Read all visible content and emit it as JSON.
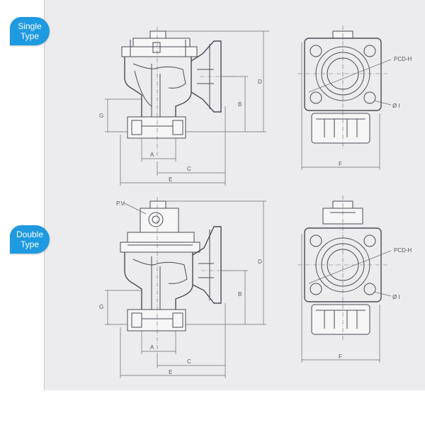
{
  "badges": {
    "single": [
      "Single",
      "Type"
    ],
    "double": [
      "Double",
      "Type"
    ]
  },
  "single": {
    "dims": {
      "a": "A",
      "b": "B",
      "c": "C",
      "d": "D",
      "e": "E",
      "f": "F",
      "g": "G"
    },
    "pcd": "PCD-H",
    "hole": "Ø I"
  },
  "double": {
    "dims": {
      "a": "A",
      "b": "B",
      "c": "C",
      "d": "D",
      "e": "E",
      "f": "F",
      "g": "G"
    },
    "pcd": "PCD-H",
    "hole": "Ø I",
    "callout": "P.V."
  },
  "colors": {
    "badge": "#1e9ae0",
    "sheet": "#ececee",
    "line": "#4a4a55"
  }
}
